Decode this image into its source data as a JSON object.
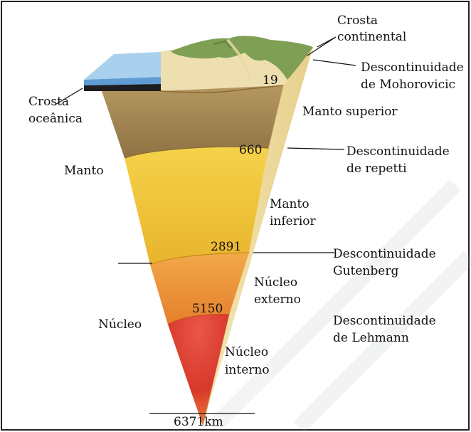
{
  "labels": {
    "crosta_continental_1": "Crosta",
    "crosta_continental_2": "continental",
    "moho_1": "Descontinuidade",
    "moho_2": "de Mohorovicic",
    "crosta_oceanica_1": "Crosta",
    "crosta_oceanica_2": "oceânica",
    "manto_superior": "Manto superior",
    "manto": "Manto",
    "repetti_1": "Descontinuidade",
    "repetti_2": "de repetti",
    "manto_inferior_1": "Manto",
    "manto_inferior_2": "inferior",
    "gutenberg_1": "Descontinuidade",
    "gutenberg_2": "Gutenberg",
    "nucleo_externo_1": "Núcleo",
    "nucleo_externo_2": "externo",
    "nucleo": "Núcleo",
    "lehmann_1": "Descontinuidade",
    "lehmann_2": "de Lehmann",
    "nucleo_interno_1": "Núcleo",
    "nucleo_interno_2": "interno"
  },
  "depths": {
    "moho": "19",
    "repetti": "660",
    "gutenberg": "2891",
    "lehmann": "5150",
    "center": "6371km"
  },
  "colors": {
    "ocean": "#9dc9e8",
    "continental_crust": "#eddca6",
    "vegetation": "#7f9f55",
    "upper_mantle": "#a98a58",
    "lower_mantle": "#f1c738",
    "outer_core": "#ee9c3a",
    "inner_core": "#d83a28",
    "side_face": "#f1e1a8"
  }
}
